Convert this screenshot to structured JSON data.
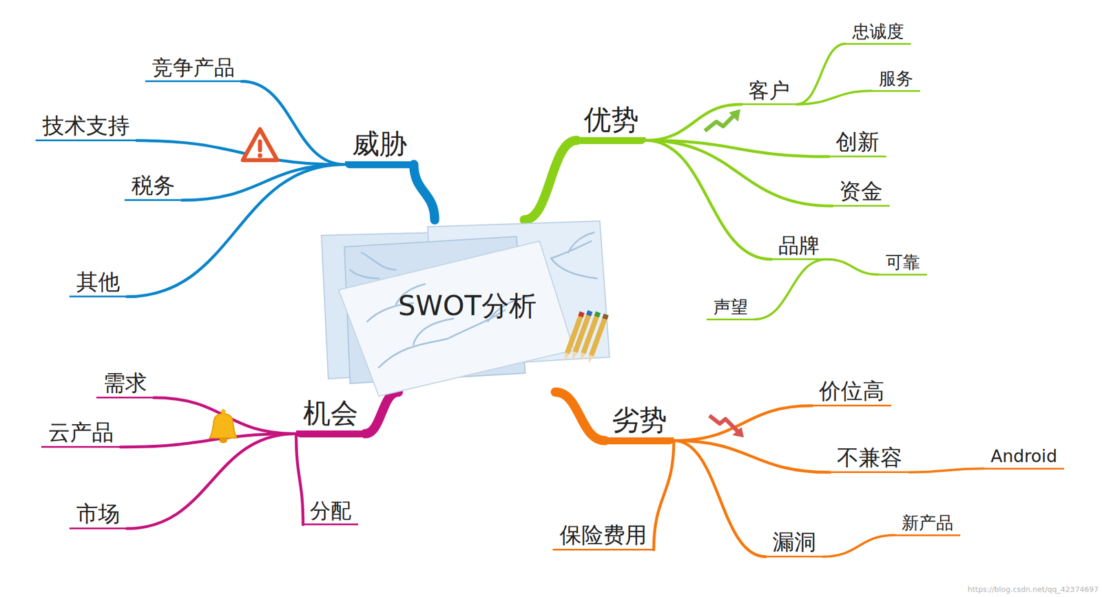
{
  "diagram": {
    "nodes": [
      {
        "text": [
          "SWOT分析"
        ]
      },
      {
        "text": [
          "威胁"
        ]
      },
      {
        "text": [
          "竞争产品"
        ]
      },
      {
        "text": [
          "技术支持"
        ]
      },
      {
        "text": [
          "税务"
        ]
      },
      {
        "text": [
          "其他"
        ]
      },
      {
        "text": [
          "优势"
        ]
      },
      {
        "text": [
          "客户"
        ]
      },
      {
        "text": [
          "忠诚度"
        ]
      },
      {
        "text": [
          "服务"
        ]
      },
      {
        "text": [
          "创新"
        ]
      },
      {
        "text": [
          "资金"
        ]
      },
      {
        "text": [
          "品牌"
        ]
      },
      {
        "text": [
          "声望"
        ]
      },
      {
        "text": [
          "可靠"
        ]
      },
      {
        "text": [
          "机会"
        ]
      },
      {
        "text": [
          "需求"
        ]
      },
      {
        "text": [
          "云产品"
        ]
      },
      {
        "text": [
          "市场"
        ]
      },
      {
        "text": [
          "分配"
        ]
      },
      {
        "text": [
          "劣势"
        ]
      },
      {
        "text": [
          "价位高"
        ]
      },
      {
        "text": [
          "不兼容"
        ]
      },
      {
        "text": [
          "Android"
        ]
      },
      {
        "text": [
          "漏洞"
        ]
      },
      {
        "text": [
          "新产品"
        ]
      },
      {
        "text": [
          "保险费用"
        ]
      }
    ],
    "edges": [
      {
        "from": 0,
        "to": 1,
        "arrow": "none"
      },
      {
        "from": 1,
        "to": 2,
        "arrow": "none"
      },
      {
        "from": 1,
        "to": 3,
        "arrow": "none"
      },
      {
        "from": 1,
        "to": 4,
        "arrow": "none"
      },
      {
        "from": 1,
        "to": 5,
        "arrow": "none"
      },
      {
        "from": 0,
        "to": 6,
        "arrow": "none"
      },
      {
        "from": 6,
        "to": 7,
        "arrow": "none"
      },
      {
        "from": 7,
        "to": 8,
        "arrow": "none"
      },
      {
        "from": 7,
        "to": 9,
        "arrow": "none"
      },
      {
        "from": 6,
        "to": 10,
        "arrow": "none"
      },
      {
        "from": 6,
        "to": 11,
        "arrow": "none"
      },
      {
        "from": 6,
        "to": 12,
        "arrow": "none"
      },
      {
        "from": 12,
        "to": 13,
        "arrow": "none"
      },
      {
        "from": 12,
        "to": 14,
        "arrow": "none"
      },
      {
        "from": 0,
        "to": 15,
        "arrow": "none"
      },
      {
        "from": 15,
        "to": 16,
        "arrow": "none"
      },
      {
        "from": 15,
        "to": 17,
        "arrow": "none"
      },
      {
        "from": 15,
        "to": 18,
        "arrow": "none"
      },
      {
        "from": 15,
        "to": 19,
        "arrow": "none"
      },
      {
        "from": 0,
        "to": 20,
        "arrow": "none"
      },
      {
        "from": 20,
        "to": 21,
        "arrow": "none"
      },
      {
        "from": 20,
        "to": 22,
        "arrow": "none"
      },
      {
        "from": 22,
        "to": 23,
        "arrow": "none"
      },
      {
        "from": 20,
        "to": 24,
        "arrow": "none"
      },
      {
        "from": 24,
        "to": 25,
        "arrow": "none"
      },
      {
        "from": 20,
        "to": 26,
        "arrow": "none"
      }
    ],
    "labels": [
      "https://blog.csdn.net/qq_42374697"
    ]
  }
}
